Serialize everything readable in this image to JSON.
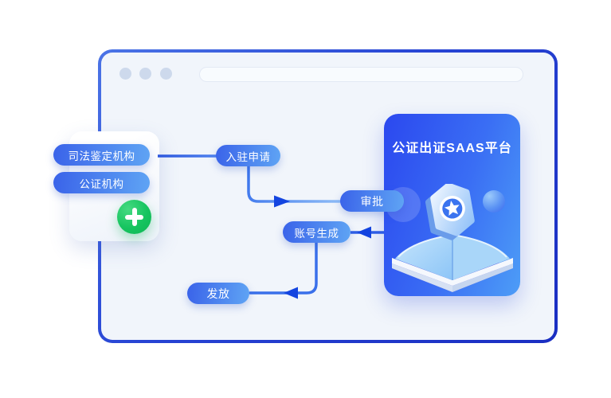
{
  "window": {
    "dot_count": 3,
    "address_value": ""
  },
  "left_panel": {
    "items": [
      {
        "label": "司法鉴定机构"
      },
      {
        "label": "公证机构"
      }
    ],
    "add_button_icon": "plus-icon"
  },
  "flow": {
    "steps": [
      {
        "id": "apply",
        "label": "入驻申请"
      },
      {
        "id": "approve",
        "label": "审批"
      },
      {
        "id": "account",
        "label": "账号生成"
      },
      {
        "id": "issue",
        "label": "发放"
      }
    ]
  },
  "platform_card": {
    "title": "公证出证SAAS平台",
    "illustration": "open-book-with-star-badge"
  },
  "colors": {
    "window_border": "#2744d4",
    "canvas": "#f1f5fb",
    "pill_gradient_start": "#3a63e9",
    "pill_gradient_end": "#5fa4f4",
    "card_gradient_start": "#2b48ef",
    "card_gradient_end": "#4d9df7",
    "connector_line": "#3a70ea",
    "arrowhead": "#1445e0",
    "add_button_green": "#16c45f",
    "dots": "#cdd9ec"
  }
}
